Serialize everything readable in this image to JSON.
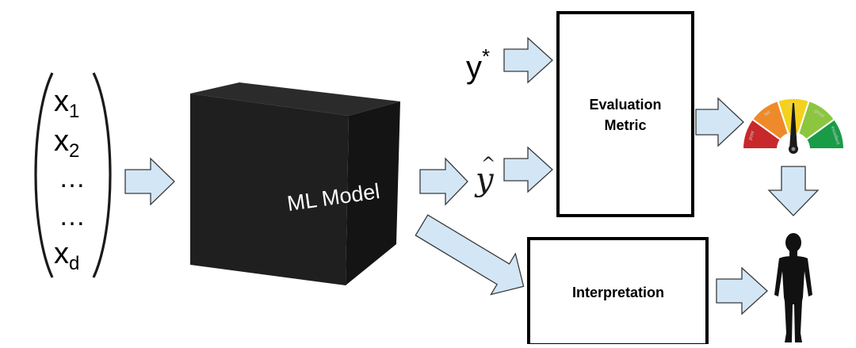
{
  "input_vector": {
    "entries": [
      {
        "base": "x",
        "sub": "1"
      },
      {
        "base": "x",
        "sub": "2"
      },
      {
        "base": "…",
        "sub": ""
      },
      {
        "base": "…",
        "sub": ""
      },
      {
        "base": "x",
        "sub": "d"
      }
    ]
  },
  "model": {
    "label": "ML Model"
  },
  "targets": {
    "true_label": {
      "base": "y",
      "sup": "*"
    },
    "prediction": {
      "base": "y",
      "accent": "^"
    }
  },
  "boxes": {
    "evaluation_line1": "Evaluation",
    "evaluation_line2": "Metric",
    "interpretation": "Interpretation"
  },
  "gauge": {
    "segment_colors": [
      "#c8282b",
      "#ef8a2a",
      "#f4d11c",
      "#8cc63f",
      "#1a9b48"
    ],
    "segment_words": [
      "poor",
      "fair",
      "good",
      "great",
      "excellent"
    ]
  },
  "icons": {
    "gauge": "gauge-icon",
    "human": "person-silhouette-icon",
    "arrows": "block-arrow-icon"
  }
}
